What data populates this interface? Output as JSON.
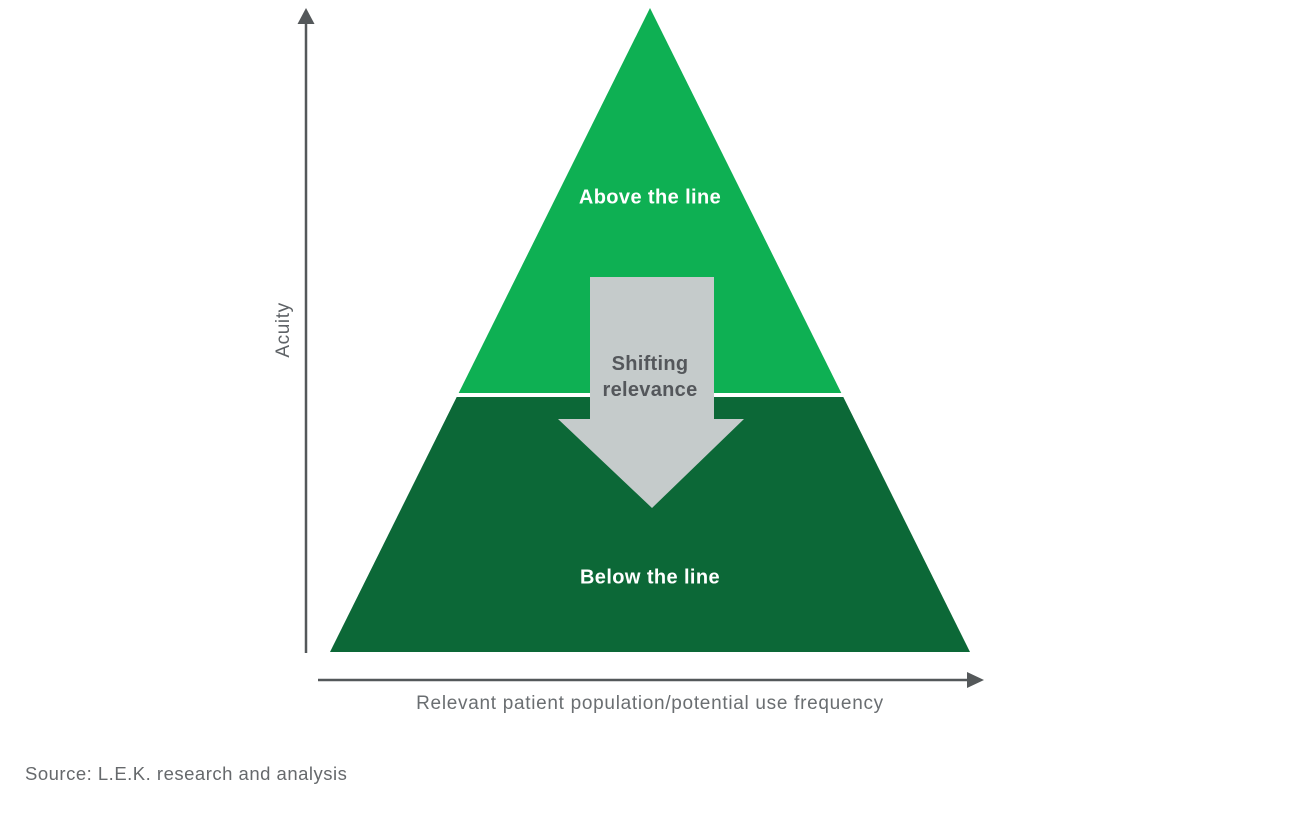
{
  "diagram": {
    "y_axis_label": "Acuity",
    "x_axis_label": "Relevant patient population/potential use frequency",
    "pyramid": {
      "top_label": "Above the line",
      "arrow_label": "Shifting relevance",
      "bottom_label": "Below the line"
    },
    "source": "Source: L.E.K. research and analysis",
    "colors": {
      "light_green": "#0EB053",
      "dark_green": "#0C6837",
      "arrow_gray": "#C5CBCB",
      "axis_gray": "#54585A",
      "pyramid_text": "#FFFFFF",
      "arrow_text": "#54575B",
      "label_gray": "#6A6E71",
      "background": "#FFFFFF"
    }
  }
}
